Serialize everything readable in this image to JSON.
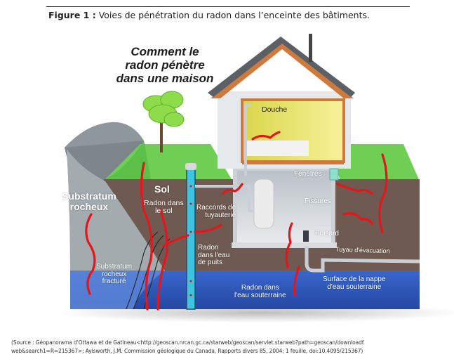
{
  "caption": {
    "figure_label": "Figure 1 :",
    "text": "Voies de pénétration du radon dans l’enceinte des bâtiments."
  },
  "headline": {
    "line1": "Comment le",
    "line2": "radon pénètre",
    "line3": "dans une maison"
  },
  "labels": {
    "substratum_rocheux_1": "Substratum",
    "substratum_rocheux_2": "rocheux",
    "sol": "Sol",
    "radon_sol_1": "Radon dans",
    "radon_sol_2": "le sol",
    "fracture_1": "Substratum",
    "fracture_2": "rocheux",
    "fracture_3": "fracturé",
    "raccords_1": "Raccords de",
    "raccords_2": "tuyauterie",
    "puits_1": "Radon",
    "puits_2": "dans l'eau",
    "puits_3": "de puits",
    "douche": "Douche",
    "fenetres": "Fenêtres",
    "fissures": "Fissures",
    "puisard": "Puisard",
    "tuyau": "Tuyau d'évacuation",
    "eau_sout_1": "Radon dans",
    "eau_sout_2": "l'eau souterraine",
    "nappe_1": "Surface de la nappe",
    "nappe_2": "d'eau souterraine"
  },
  "colors": {
    "radon_arrow": "#e8141b",
    "soil": "#6e5a50",
    "grass": "#5cc04a",
    "rock": "#9aa3a6",
    "groundwater": "#2e56b8",
    "well_water": "#3fc3e0",
    "roof": "#5a6066",
    "trim": "#d0793c",
    "room": "#f1ec7a"
  },
  "source": {
    "line1": "(Source : Géopanorama d'Ottawa et de Gatineau<http://geoscan.nrcan.gc.ca/starweb/geoscan/servlet.starweb?path=geoscan/downloadf.",
    "line2": "web&search1=R=215367>; Aylsworth, J.M. Commission géologique du Canada, Rapports divers 85, 2004; 1 feuille, doi:10.4095/215367)"
  }
}
